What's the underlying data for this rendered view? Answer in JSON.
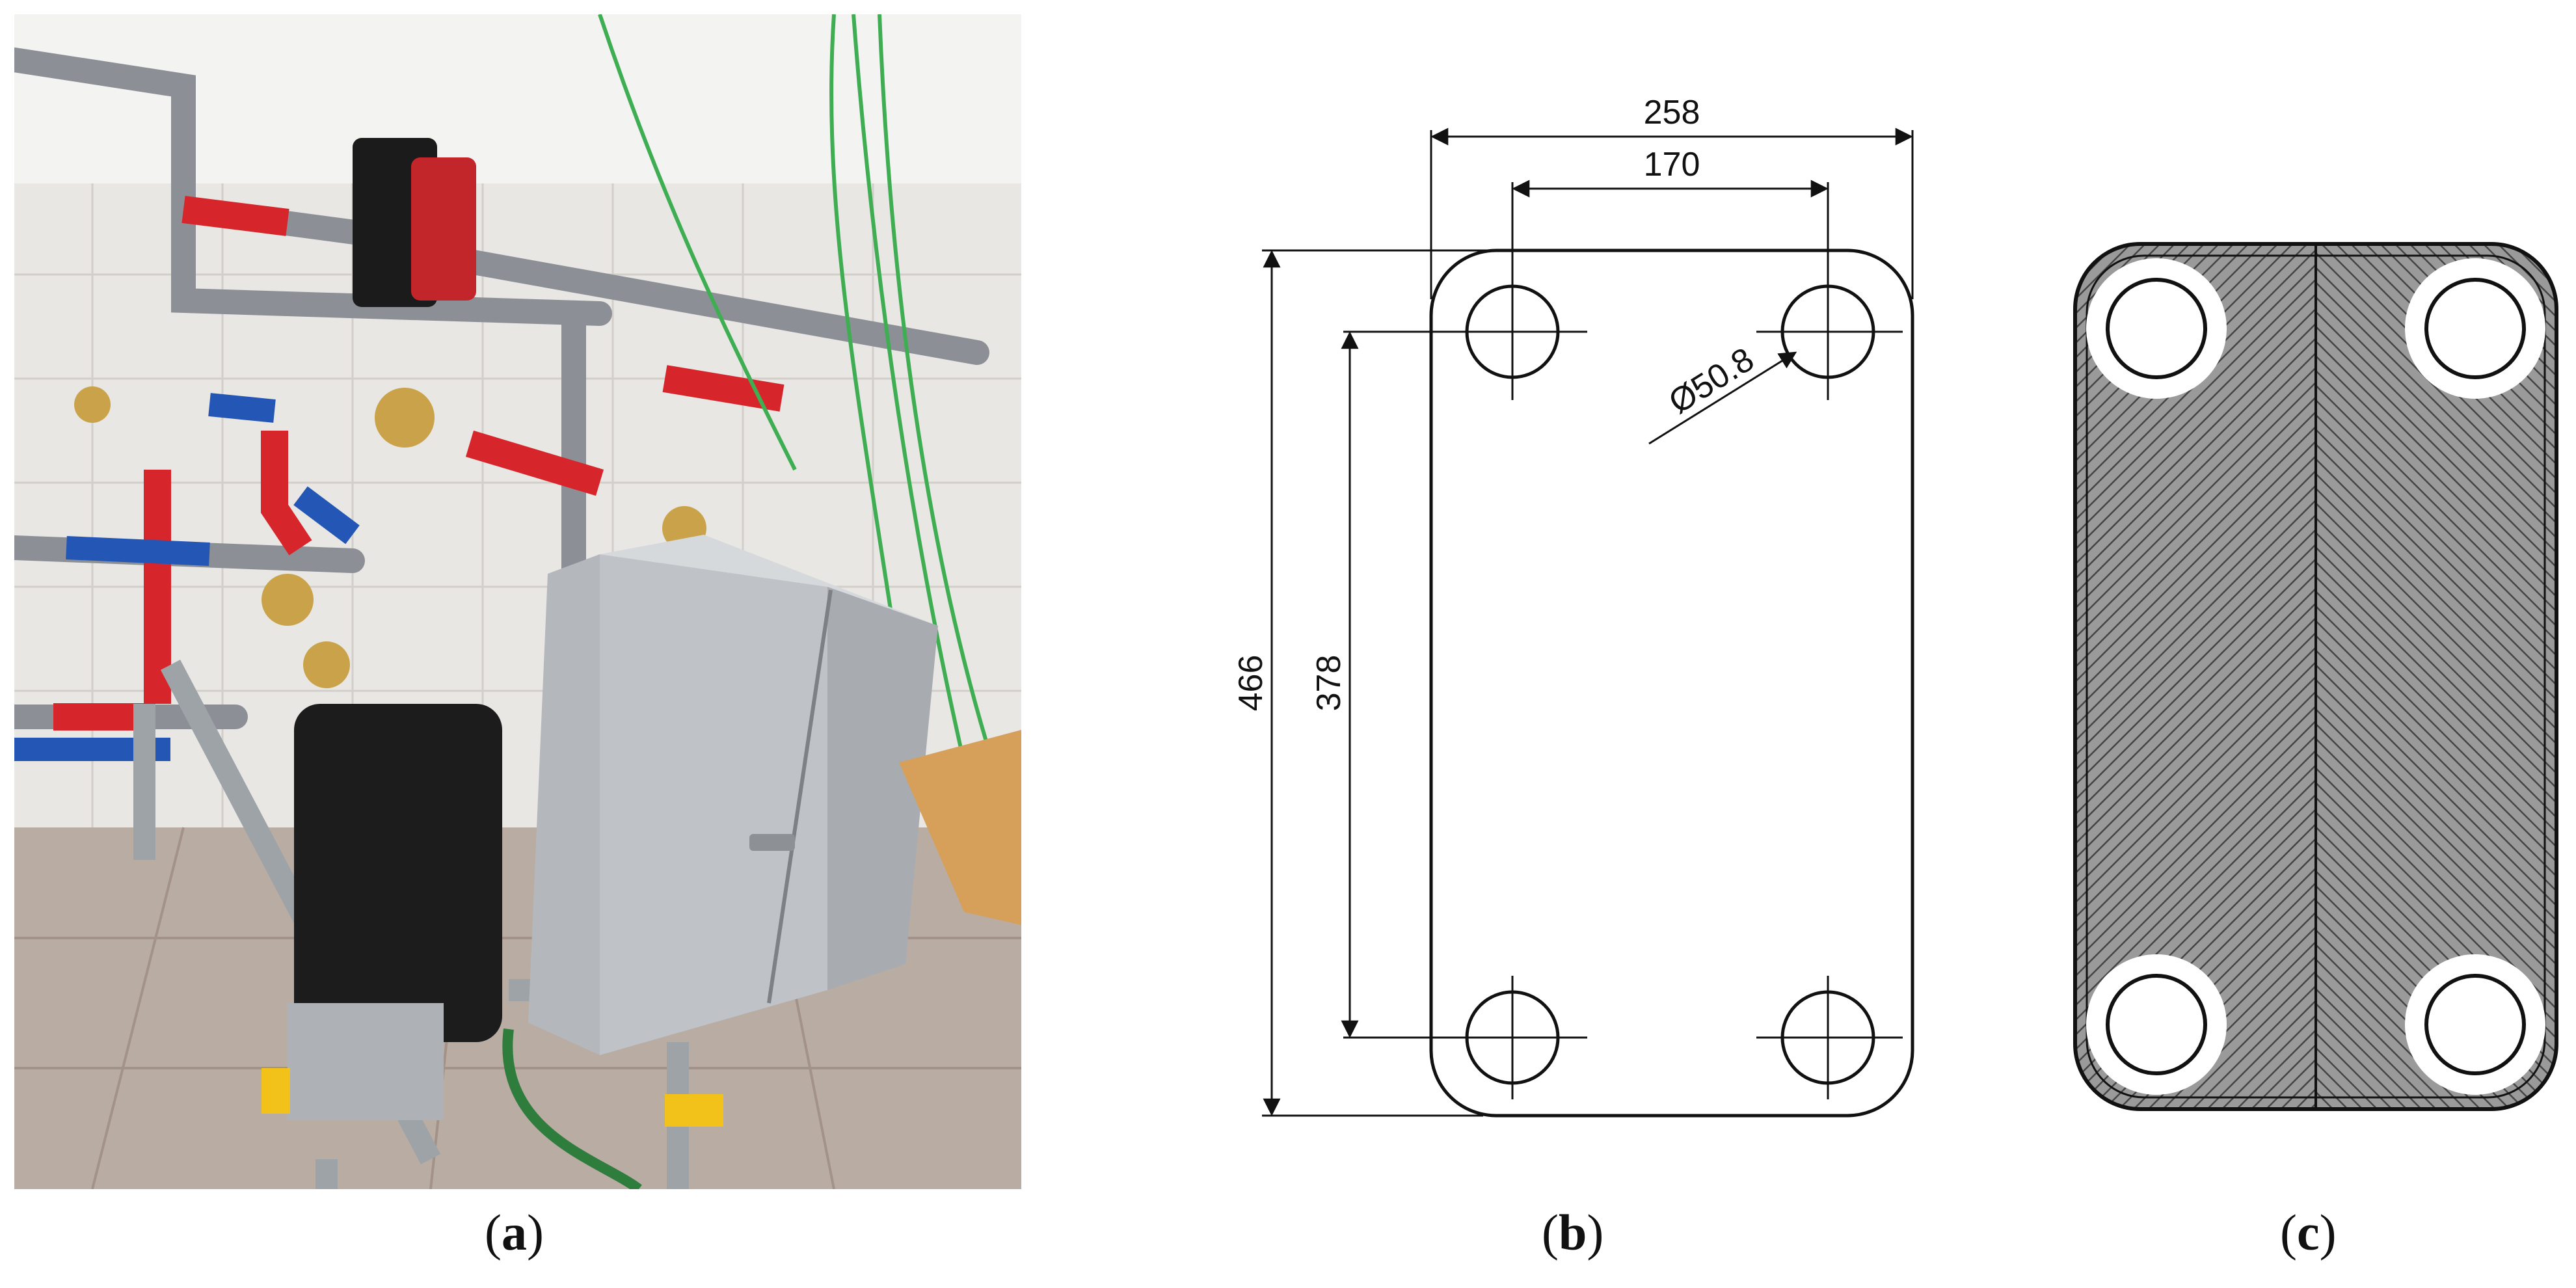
{
  "panels": {
    "a": {
      "label": "a"
    },
    "b": {
      "label": "b"
    },
    "c": {
      "label": "c"
    }
  },
  "drawing_b": {
    "dimensions": {
      "overall_width": "258",
      "port_spacing_horizontal": "170",
      "overall_height": "466",
      "port_spacing_vertical": "378",
      "port_diameter": "Ø50.8"
    }
  },
  "colors": {
    "line": "#111111",
    "pipe_red": "#d7262b",
    "pipe_blue": "#2457b5",
    "pipe_gray": "#8c9096",
    "insulation_box": "#c4c7cb",
    "hatch_fill": "#8a8a8a"
  }
}
